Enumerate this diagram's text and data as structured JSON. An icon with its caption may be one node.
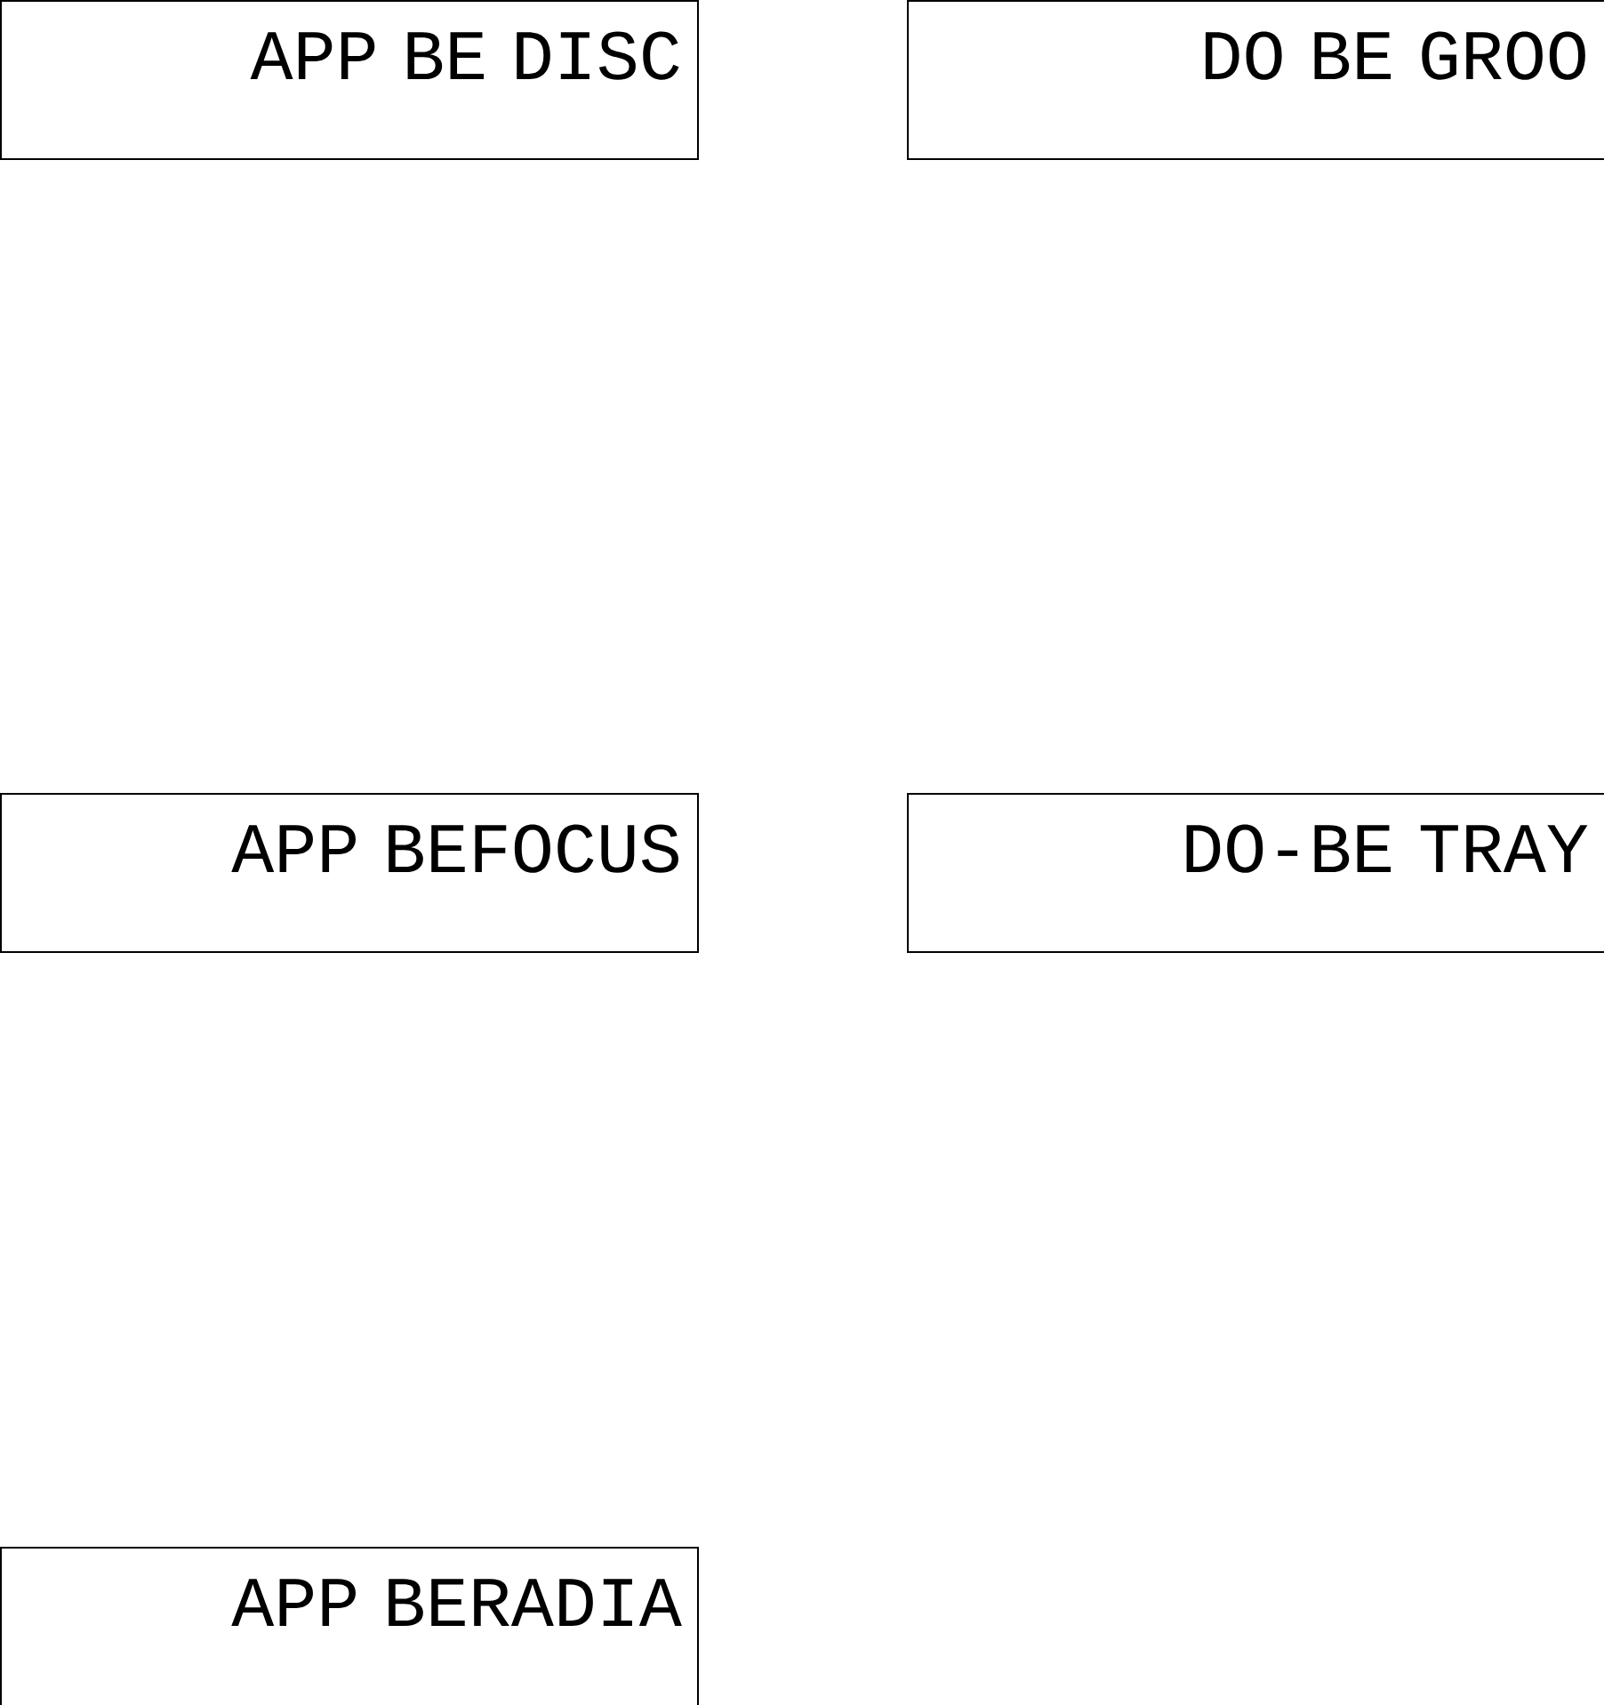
{
  "diagram": {
    "nodes": [
      {
        "text": [
          "APP BE DISC"
        ]
      },
      {
        "text": [
          "DO BE GROO"
        ]
      },
      {
        "text": [
          "APP BEFOCUS"
        ]
      },
      {
        "text": [
          "DO-BE TRAY"
        ]
      },
      {
        "text": [
          "APP BERADIA"
        ]
      }
    ]
  }
}
